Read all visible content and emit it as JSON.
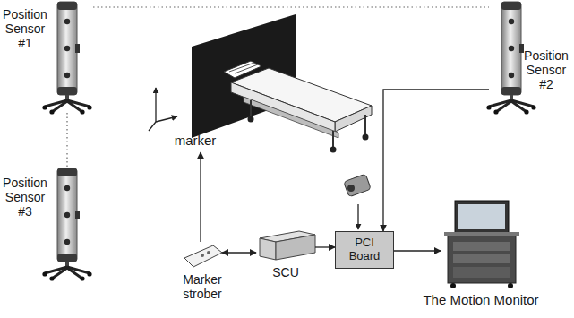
{
  "diagram": {
    "nodes": [
      {
        "text": [
          "Position Sensor #1"
        ]
      },
      {
        "text": [
          "Position Sensor #2"
        ]
      },
      {
        "text": [
          "marker"
        ]
      },
      {
        "text": [
          "Position Sensor #3"
        ]
      },
      {
        "text": [
          "PCI Board"
        ]
      },
      {
        "text": [
          "Marker strober"
        ]
      },
      {
        "text": [
          "SCU"
        ]
      },
      {
        "text": [
          "The Motion Monitor"
        ]
      }
    ],
    "edges": [
      {
        "from": 0,
        "to": 1,
        "arrow": "none"
      },
      {
        "from": 0,
        "to": 3,
        "arrow": "none"
      },
      {
        "from": 1,
        "to": 4,
        "arrow": "to"
      },
      {
        "from": 5,
        "to": 2,
        "arrow": "to"
      },
      {
        "from": 6,
        "to": 5,
        "arrow": "both"
      },
      {
        "from": 6,
        "to": 4,
        "arrow": "to"
      },
      {
        "from": 4,
        "to": 7,
        "arrow": "to"
      }
    ]
  }
}
